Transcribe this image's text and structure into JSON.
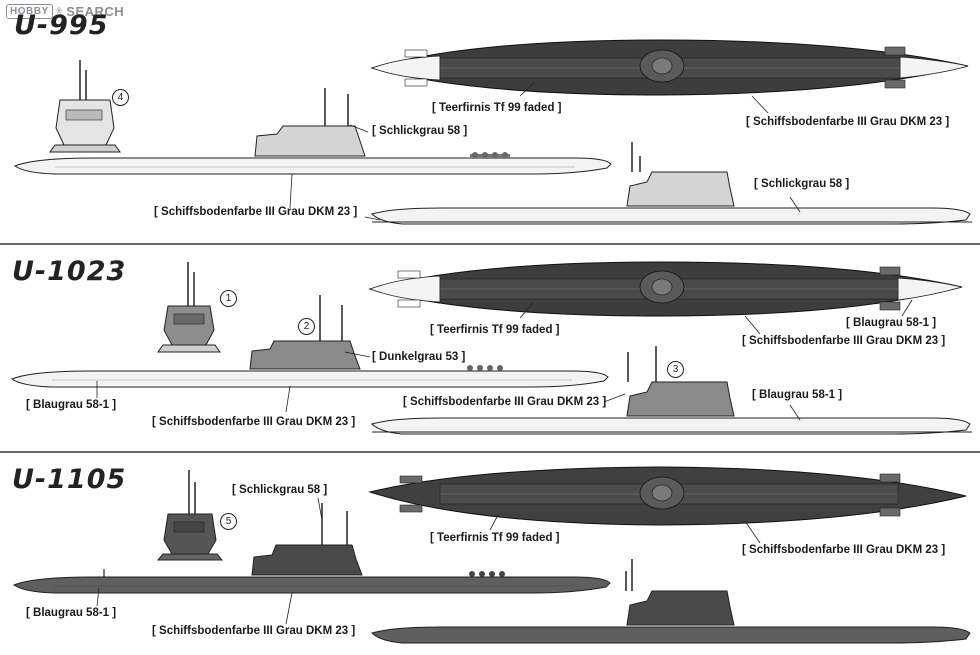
{
  "watermark": {
    "brand": "HOBBY",
    "reg": "®",
    "text": "SEARCH"
  },
  "sections": [
    {
      "name": "U-995",
      "labels": {
        "top_deck": "[ Teerfirnis Tf 99 faded ]",
        "top_hull": "[ Schiffsbodenfarbe III Grau DKM 23 ]",
        "tower": "[ Schlickgrau 58 ]",
        "side_lower": "[ Schiffsbodenfarbe III Grau DKM 23 ]",
        "right_side": "[ Schlickgrau 58 ]"
      },
      "callouts": [
        "4"
      ],
      "colors": {
        "hull": "#f2f2f2",
        "deck": "#3b3b3b",
        "tower": "#d7d7d7"
      }
    },
    {
      "name": "U-1023",
      "labels": {
        "top_deck": "[ Teerfirnis Tf 99 faded ]",
        "top_right": "[ Blaugrau 58-1 ]",
        "top_hull": "[ Schiffsbodenfarbe III Grau DKM 23 ]",
        "tower": "[ Dunkelgrau 53 ]",
        "left_hull": "[ Blaugrau 58-1 ]",
        "side_lower": "[ Schiffsbodenfarbe III Grau DKM 23 ]",
        "right_mid": "[ Schiffsbodenfarbe III Grau DKM 23 ]",
        "right_side": "[ Blaugrau 58-1 ]"
      },
      "callouts": [
        "1",
        "2",
        "3"
      ],
      "colors": {
        "hull": "#f2f2f2",
        "deck": "#3b3b3b",
        "tower": "#8a8a8a"
      }
    },
    {
      "name": "U-1105",
      "labels": {
        "tower_top": "[ Schlickgrau 58 ]",
        "top_deck": "[ Teerfirnis Tf 99 faded ]",
        "top_hull": "[ Schiffsbodenfarbe III Grau DKM 23 ]",
        "left_hull": "[ Blaugrau 58-1 ]",
        "side_lower": "[ Schiffsbodenfarbe III Grau DKM 23 ]"
      },
      "callouts": [
        "5"
      ],
      "colors": {
        "hull": "#606060",
        "deck": "#3a3a3a",
        "tower": "#555555"
      }
    }
  ]
}
